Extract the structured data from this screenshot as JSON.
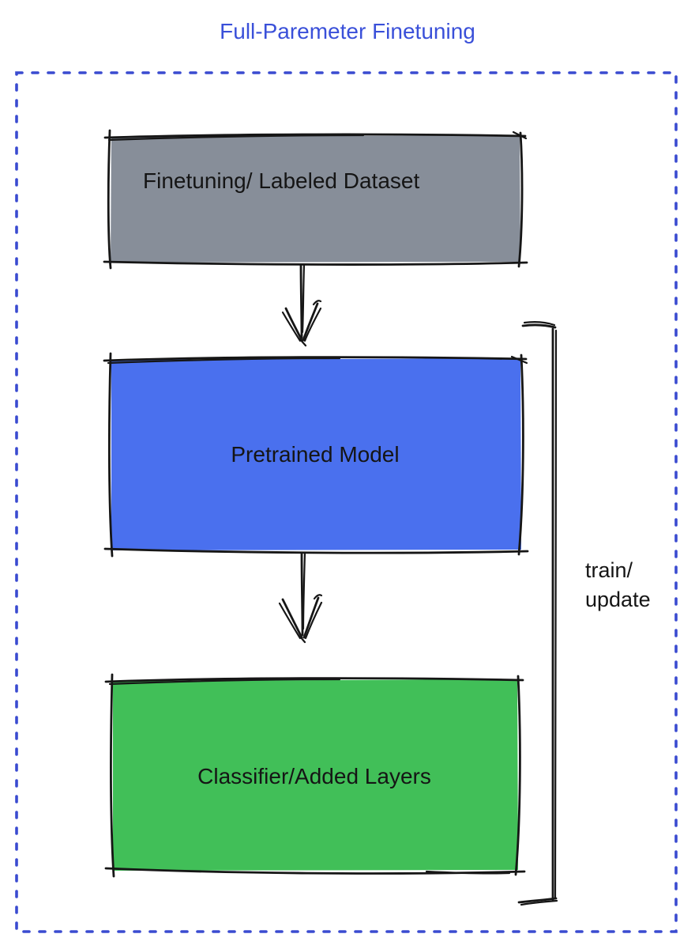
{
  "title": "Full-Paremeter Finetuning",
  "colors": {
    "title": "#3a50d9",
    "frame": "#3a4bd0",
    "text": "#151515",
    "stroke": "#161616"
  },
  "boxes": [
    {
      "label": "Finetuning/ Labeled Dataset",
      "fill": "#878e99"
    },
    {
      "label": "Pretrained Model",
      "fill": "#4a70ee"
    },
    {
      "label": "Classifier/Added Layers",
      "fill": "#41bf58"
    }
  ],
  "bracket_label": {
    "line1": "train/",
    "line2": "update"
  },
  "icons": {
    "arrow_1": "arrow-down",
    "arrow_2": "arrow-down",
    "bracket": "right-side-bracket"
  }
}
